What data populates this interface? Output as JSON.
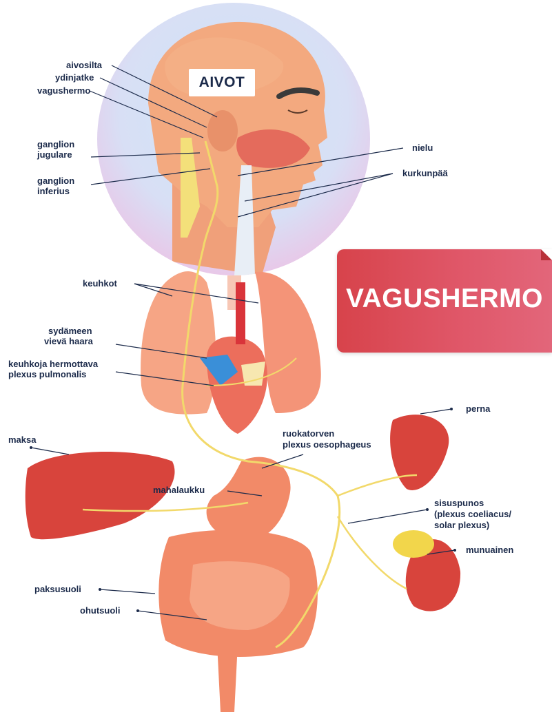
{
  "title": "AIVOT",
  "banner": "VAGUSHERMO",
  "labels": {
    "aivosilta": "aivosilta",
    "ydinjatke": "ydinjatke",
    "vagushermo": "vagushermo",
    "ganglion_jugulare_1": "ganglion",
    "ganglion_jugulare_2": "jugulare",
    "ganglion_inferius_1": "ganglion",
    "ganglion_inferius_2": "inferius",
    "nielu": "nielu",
    "kurkunpaa": "kurkunpää",
    "keuhkot": "keuhkot",
    "sydameen_1": "sydämeen",
    "sydameen_2": "vievä haara",
    "plexus_pulm_1": "keuhkoja hermottava",
    "plexus_pulm_2": "plexus pulmonalis",
    "perna": "perna",
    "maksa": "maksa",
    "ruokatorven_1": "ruokatorven",
    "ruokatorven_2": "plexus oesophageus",
    "mahalaukku": "mahalaukku",
    "sisuspunos_1": "sisuspunos",
    "sisuspunos_2": "(plexus coeliacus/",
    "sisuspunos_3": "solar plexus)",
    "munuainen": "munuainen",
    "paksusuoli": "paksusuoli",
    "ohutsuoli": "ohutsuoli"
  },
  "colors": {
    "skin": "#f2a27a",
    "organ": "#f28a68",
    "liver": "#d8443c",
    "nerve": "#f2d96b",
    "label_text": "#1b2a4a",
    "banner": "#dc4a55",
    "artery": "#d9343a",
    "vein": "#3a8fd8"
  }
}
